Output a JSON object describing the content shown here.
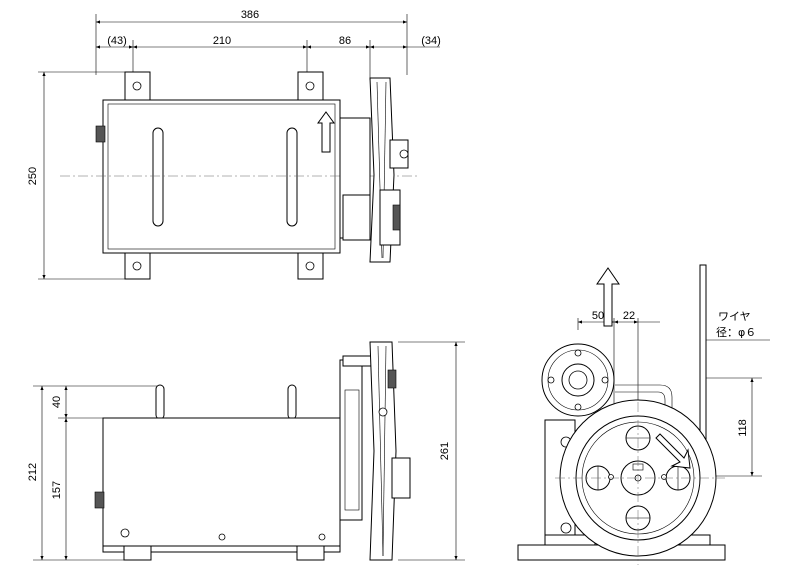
{
  "top_view": {
    "dim_overall": "386",
    "dim_left": "(43)",
    "dim_mid": "210",
    "dim_right": "86",
    "dim_far_right": "(34)",
    "dim_height": "250"
  },
  "side_view": {
    "dim_top": "40",
    "dim_total": "212",
    "dim_body": "157",
    "dim_pulley": "261"
  },
  "end_view": {
    "dim_a": "50",
    "dim_b": "22",
    "dim_vertical": "118",
    "wire_label": "ワイヤ",
    "wire_diameter": "径：φ６"
  }
}
